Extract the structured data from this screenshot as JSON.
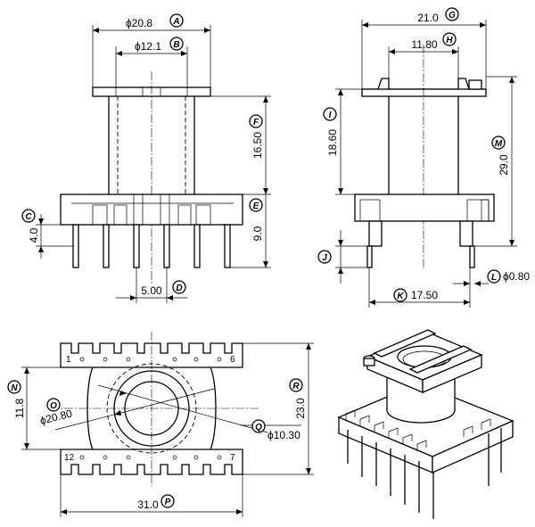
{
  "dimensions": {
    "A": {
      "letter": "A",
      "value": "ϕ20.8"
    },
    "B": {
      "letter": "B",
      "value": "ϕ12.1"
    },
    "C": {
      "letter": "C",
      "value": "4.0"
    },
    "D": {
      "letter": "D",
      "value": "5.00"
    },
    "E": {
      "letter": "E",
      "value": "9.0"
    },
    "F": {
      "letter": "F",
      "value": "16.50"
    },
    "G": {
      "letter": "G",
      "value": "21.0"
    },
    "H": {
      "letter": "H",
      "value": "11.80"
    },
    "I": {
      "letter": "I",
      "value": "18.60"
    },
    "J": {
      "letter": "J",
      "value": ""
    },
    "K": {
      "letter": "K",
      "value": "17.50"
    },
    "L": {
      "letter": "L",
      "value": "ϕ0.80"
    },
    "M": {
      "letter": "M",
      "value": "29.0"
    },
    "N": {
      "letter": "N",
      "value": "11.8"
    },
    "O": {
      "letter": "O",
      "value": "ϕ20.80"
    },
    "P": {
      "letter": "P",
      "value": "31.0"
    },
    "Q": {
      "letter": "Q",
      "value": "ϕ10.30"
    },
    "R": {
      "letter": "R",
      "value": "23.0"
    }
  },
  "pin_numbers": {
    "top_left": "1",
    "top_right": "6",
    "bottom_left": "12",
    "bottom_right": "7"
  },
  "colors": {
    "line": "#000000",
    "background": "#ffffff"
  }
}
